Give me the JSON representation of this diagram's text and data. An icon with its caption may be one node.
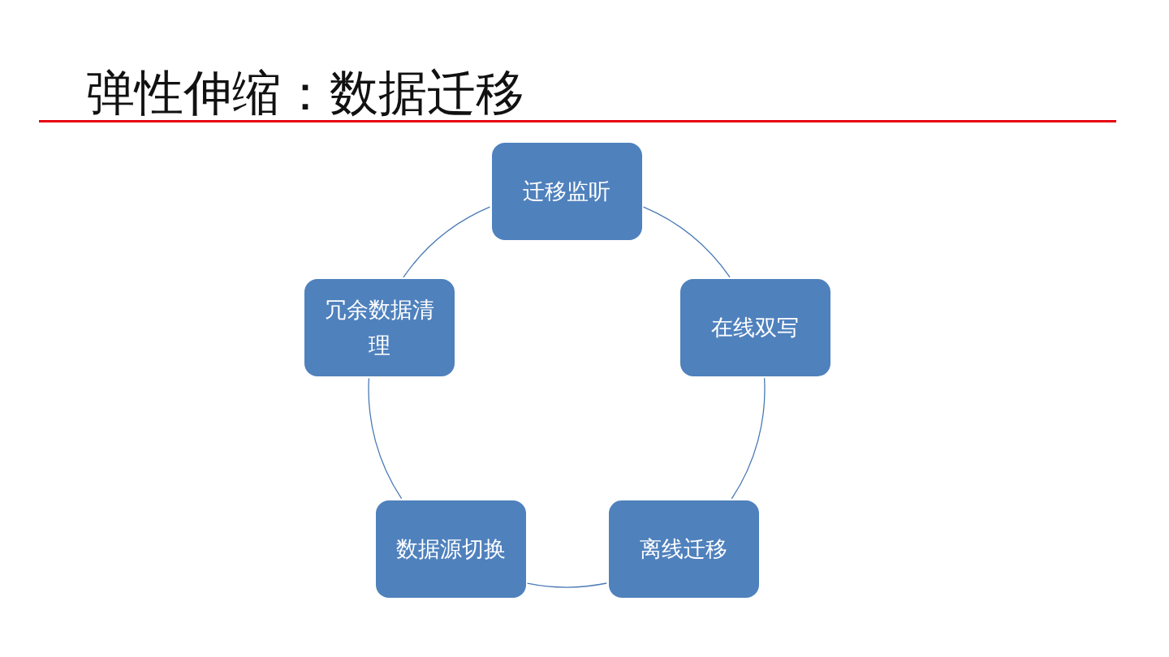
{
  "diagram": {
    "title": "弹性伸缩：数据迁移",
    "nodes": [
      {
        "text": [
          "迁移监听"
        ]
      },
      {
        "text": [
          "在线双写"
        ]
      },
      {
        "text": [
          "离线迁移"
        ]
      },
      {
        "text": [
          "数据源切换"
        ]
      },
      {
        "text": [
          "冗余数据清理"
        ]
      }
    ],
    "edges": [
      {
        "from": 0,
        "to": 1,
        "arrow": "none"
      },
      {
        "from": 1,
        "to": 2,
        "arrow": "none"
      },
      {
        "from": 2,
        "to": 3,
        "arrow": "none"
      },
      {
        "from": 3,
        "to": 4,
        "arrow": "none"
      },
      {
        "from": 4,
        "to": 0,
        "arrow": "none"
      }
    ]
  }
}
